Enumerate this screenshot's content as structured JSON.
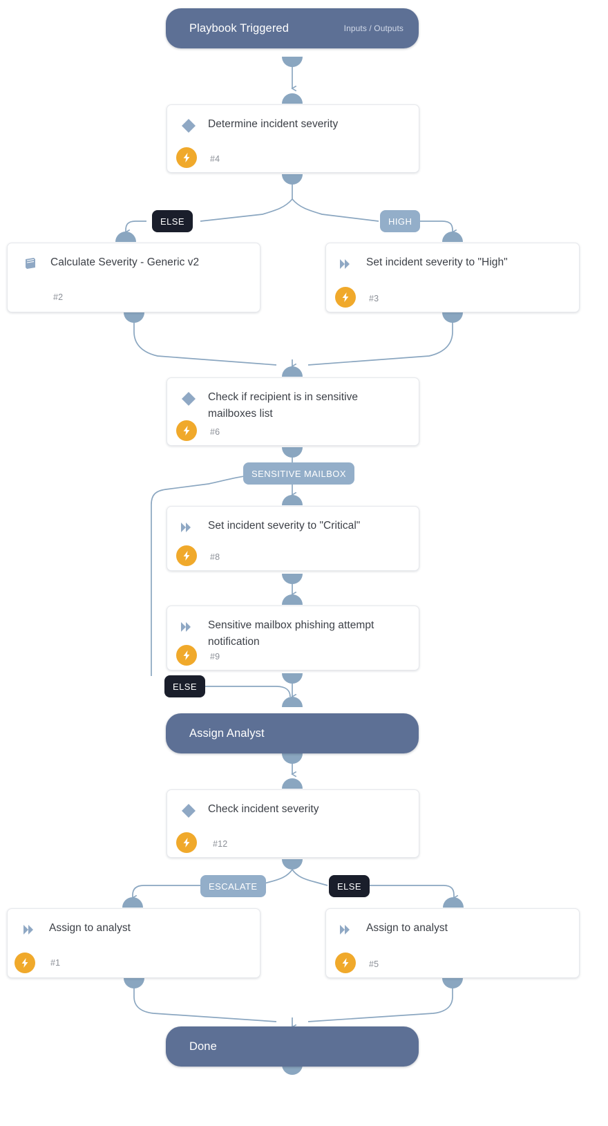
{
  "diagram": {
    "type": "playbook-workflow",
    "title": "Playbook Triggered",
    "background_color": "#ffffff",
    "accent_colors": {
      "terminal": "#5d7095",
      "edge": "#8aa6c0",
      "badge": "#f0a92b",
      "pill_else": "#1a1e2b",
      "pill_branch": "#93aec9"
    }
  },
  "nodes": [
    {
      "id": "start",
      "kind": "terminal",
      "title": "Playbook Triggered",
      "subtitle": "Inputs / Outputs"
    },
    {
      "id": "n4",
      "kind": "condition",
      "icon": "diamond-icon",
      "title": "Determine incident severity",
      "number": "#4",
      "has_badge": true
    },
    {
      "id": "n2",
      "kind": "subplaybook",
      "icon": "book-icon",
      "title": "Calculate Severity - Generic v2",
      "number": "#2",
      "has_badge": false
    },
    {
      "id": "n3",
      "kind": "task",
      "icon": "chevron-right-icon",
      "title": "Set incident severity to \"High\"",
      "number": "#3",
      "has_badge": true
    },
    {
      "id": "n6",
      "kind": "condition",
      "icon": "diamond-icon",
      "title": "Check if recipient is in sensitive mailboxes list",
      "number": "#6",
      "has_badge": true
    },
    {
      "id": "n8",
      "kind": "task",
      "icon": "chevron-right-icon",
      "title": "Set incident severity to \"Critical\"",
      "number": "#8",
      "has_badge": true
    },
    {
      "id": "n9",
      "kind": "task",
      "icon": "chevron-right-icon",
      "title": "Sensitive mailbox phishing attempt notification",
      "number": "#9",
      "has_badge": true
    },
    {
      "id": "assign",
      "kind": "terminal",
      "title": "Assign Analyst",
      "subtitle": ""
    },
    {
      "id": "n12",
      "kind": "condition",
      "icon": "diamond-icon",
      "title": "Check incident severity",
      "number": "#12",
      "has_badge": true
    },
    {
      "id": "n1",
      "kind": "task",
      "icon": "chevron-right-icon",
      "title": "Assign to analyst",
      "number": "#1",
      "has_badge": true
    },
    {
      "id": "n5",
      "kind": "task",
      "icon": "chevron-right-icon",
      "title": "Assign to analyst",
      "number": "#5",
      "has_badge": true
    },
    {
      "id": "done",
      "kind": "terminal",
      "title": "Done",
      "subtitle": ""
    }
  ],
  "branch_labels": [
    {
      "id": "else-1",
      "text": "ELSE",
      "style": "dark",
      "from": "n4",
      "to": "n2"
    },
    {
      "id": "high-1",
      "text": "HIGH",
      "style": "blue",
      "from": "n4",
      "to": "n3"
    },
    {
      "id": "sensitive-mailbox",
      "text": "SENSITIVE MAILBOX",
      "style": "blue",
      "from": "n6",
      "to": "n8"
    },
    {
      "id": "else-2",
      "text": "ELSE",
      "style": "dark",
      "from": "n6",
      "to": "assign"
    },
    {
      "id": "escalate",
      "text": "ESCALATE",
      "style": "blue",
      "from": "n12",
      "to": "n1"
    },
    {
      "id": "else-3",
      "text": "ELSE",
      "style": "dark",
      "from": "n12",
      "to": "n5"
    }
  ]
}
